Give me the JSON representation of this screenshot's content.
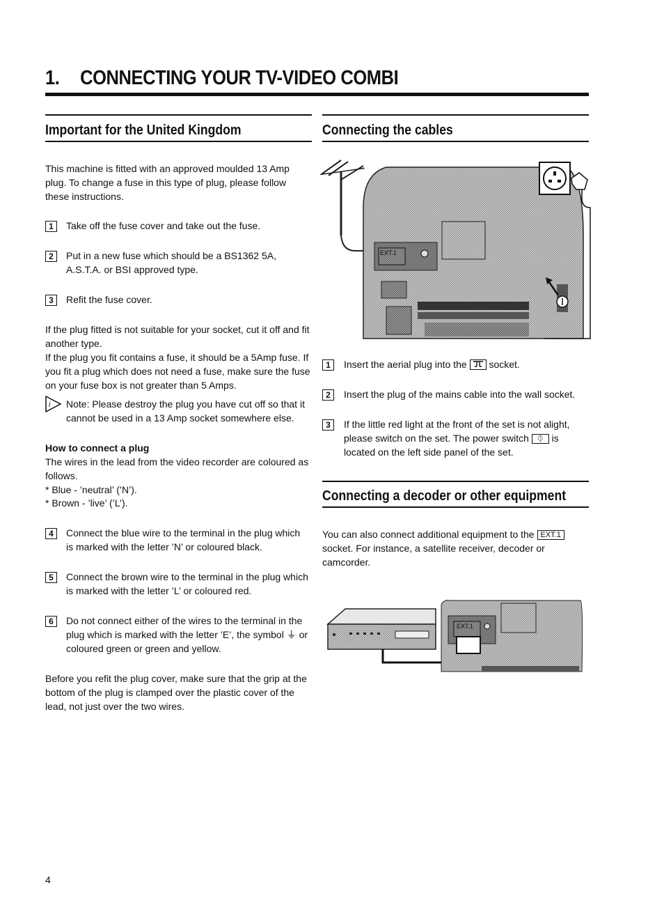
{
  "page": {
    "title_number": "1.",
    "title": "CONNECTING YOUR TV-VIDEO COMBI",
    "page_number": "4"
  },
  "left": {
    "heading": "Important for the United Kingdom",
    "intro": "This machine is fitted with an approved moulded 13 Amp plug. To change a fuse in this type of plug, please follow these instructions.",
    "steps_a": [
      {
        "num": "1",
        "text": "Take off the fuse cover and take out the fuse."
      },
      {
        "num": "2",
        "text": "Put in a new fuse which should be a BS1362 5A, A.S.T.A. or BSI approved type."
      },
      {
        "num": "3",
        "text": "Refit the fuse cover."
      }
    ],
    "para_unsuitable": "If the plug fitted is not suitable for your socket, cut it off and fit another type.",
    "para_fuse": "If the plug you fit contains a fuse, it should be a 5Amp fuse. If you fit a plug which does not need a fuse, make sure the fuse on your fuse box is not greater than 5 Amps.",
    "note_icon": "info-icon",
    "note": "Note: Please destroy the plug you have cut off so that it cannot be used in a 13 Amp socket somewhere else.",
    "subheading": "How to connect a plug",
    "wires_intro": "The wires in the lead from the video recorder are coloured as follows.",
    "wire_blue": "* Blue - ’neutral’ (’N’).",
    "wire_brown": "* Brown - ’live’ (’L’).",
    "steps_b": [
      {
        "num": "4",
        "text": "Connect the blue wire to the terminal in the plug which is marked with the letter ’N’ or coloured black."
      },
      {
        "num": "5",
        "text": "Connect the brown wire to the terminal in the plug which is marked with the letter ’L’ or coloured red."
      },
      {
        "num": "6",
        "text_before": "Do not connect either of the wires to the terminal in the plug which is marked with the letter ’E’, the symbol",
        "symbol": "⏚",
        "text_after": "or coloured green or green and yellow."
      }
    ],
    "closing": "Before you refit the plug cover, make sure that the grip at the bottom of the plug is clamped over the plastic cover of the lead, not just over the two wires."
  },
  "right": {
    "heading_cables": "Connecting the cables",
    "cables_steps": [
      {
        "num": "1",
        "before": "Insert the aerial plug into the",
        "after": "socket."
      },
      {
        "num": "2",
        "text": "Insert the plug of the mains cable into the wall socket."
      },
      {
        "num": "3",
        "before": "If the little red light at the front of the set is not alight, please switch on the set. The power switch",
        "symbol": "⏀",
        "after": "is located on the left side panel of the set."
      }
    ],
    "heading_decoder": "Connecting a decoder or other equipment",
    "decoder_before": "You can also connect additional equipment to the",
    "decoder_box": "EXT.1",
    "decoder_after": "socket. For instance, a satellite receiver, decoder or camcorder.",
    "diagram1_label": "EXT.1",
    "diagram2_label": "EXT.1"
  }
}
